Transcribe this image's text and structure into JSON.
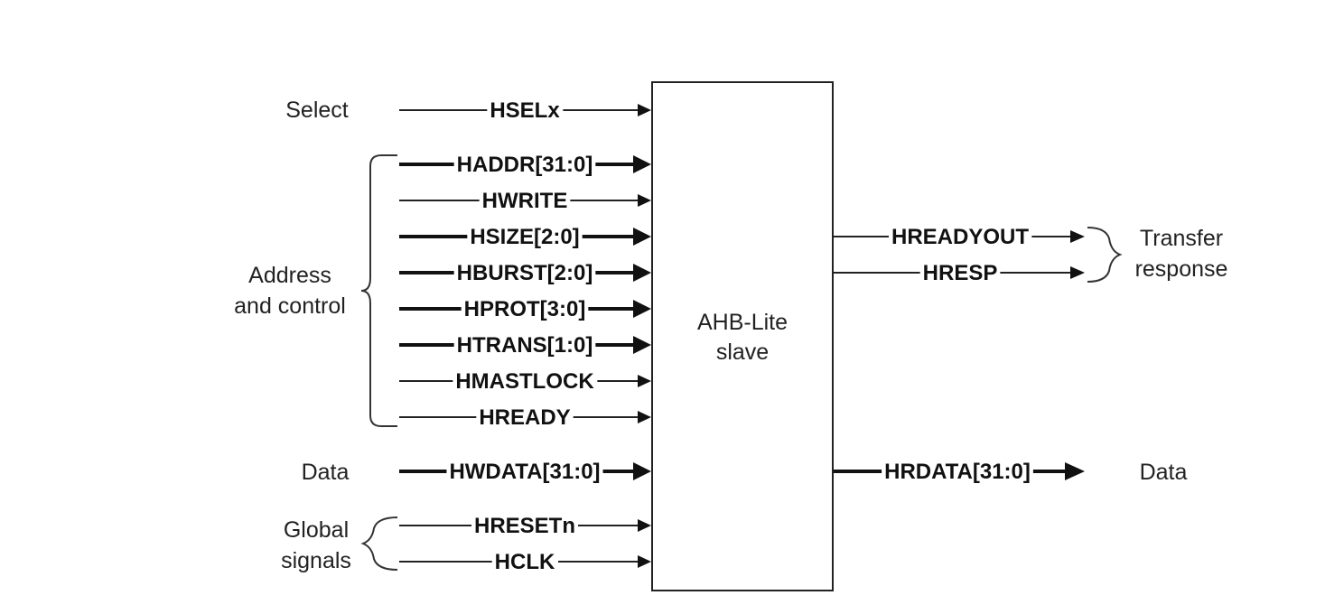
{
  "block": {
    "line1": "AHB-Lite",
    "line2": "slave"
  },
  "groups": {
    "select": "Select",
    "address_line1": "Address",
    "address_line2": "and control",
    "data_in": "Data",
    "global_line1": "Global",
    "global_line2": "signals",
    "transfer_line1": "Transfer",
    "transfer_line2": "response",
    "data_out": "Data"
  },
  "inputs": [
    {
      "name": "HSELx",
      "bus": false
    },
    {
      "name": "HADDR[31:0]",
      "bus": true
    },
    {
      "name": "HWRITE",
      "bus": false
    },
    {
      "name": "HSIZE[2:0]",
      "bus": true
    },
    {
      "name": "HBURST[2:0]",
      "bus": true
    },
    {
      "name": "HPROT[3:0]",
      "bus": true
    },
    {
      "name": "HTRANS[1:0]",
      "bus": true
    },
    {
      "name": "HMASTLOCK",
      "bus": false
    },
    {
      "name": "HREADY",
      "bus": false
    },
    {
      "name": "HWDATA[31:0]",
      "bus": true
    },
    {
      "name": "HRESETn",
      "bus": false
    },
    {
      "name": "HCLK",
      "bus": false
    }
  ],
  "outputs": [
    {
      "name": "HREADYOUT",
      "bus": false
    },
    {
      "name": "HRESP",
      "bus": false
    },
    {
      "name": "HRDATA[31:0]",
      "bus": true
    }
  ]
}
